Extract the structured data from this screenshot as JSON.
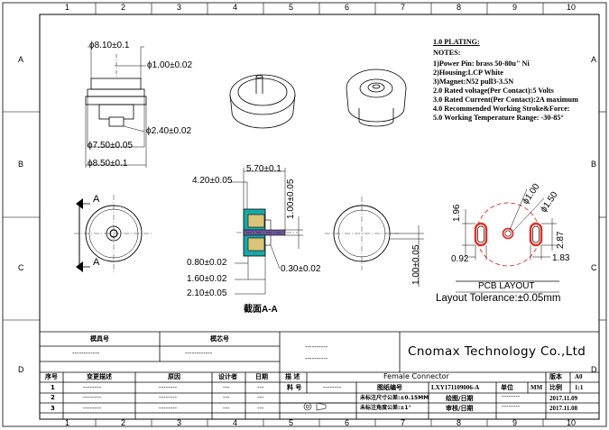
{
  "zones": {
    "rows": [
      "A",
      "B",
      "C",
      "D"
    ],
    "cols": [
      "1",
      "2",
      "3",
      "4",
      "5",
      "6",
      "7",
      "8",
      "9",
      "10"
    ]
  },
  "notes": {
    "heading": "1.0 PLATING:",
    "sub": "NOTES:",
    "lines": [
      "1)Power Pin: brass 50-80u\" Ni",
      "2)Housing:LCP White",
      "3)Magnet:N52 pull3-3.5N",
      "2.0 Rated voltage(Per Contact):5 Volts",
      "3.0 Rated Current(Per Contact):2A maximum",
      "4.0 Recommended Working Stroke&Force:",
      "5.0 Working Temperature Range: -30-85°"
    ]
  },
  "dims": {
    "top_dia": "ϕ8.10±0.1",
    "pin_dia": "ϕ1.00±0.02",
    "pin_base_dia": "ϕ2.40±0.02",
    "mid_dia": "ϕ7.50±0.05",
    "base_dia": "ϕ8.50±0.1",
    "sec_width": "5.70±0.1",
    "sec_left": "4.20±0.05",
    "sec_height": "1.00±0.05",
    "sec_a": "0.80±0.02",
    "sec_b": "1.60±0.02",
    "sec_c": "2.10±0.05",
    "sec_d": "0.30±0.02",
    "front_height": "1.00±0.05",
    "section_label": "截面A-A",
    "section_marker": "A",
    "pcb_dia1": "ϕ1.00",
    "pcb_dia2": "ϕ1.50",
    "pcb_h1": "1.96",
    "pcb_h2": "2.87",
    "pcb_w1": "0.92",
    "pcb_w2": "1.83"
  },
  "pcb": {
    "title": "PCB LAYOUT",
    "tolerance": "Layout Tolerance:±0.05mm"
  },
  "title_block": {
    "mold_no_label": "模具号",
    "mold_no_value": "------------",
    "core_no_label": "模芯号",
    "core_no_value": "------------",
    "blank_value1": "----------",
    "blank_value2": "----------",
    "company": "Cnomax Technology Co.,Ltd",
    "headers": {
      "no": "序号",
      "change": "变更描述",
      "reason": "原因",
      "designer": "设计者",
      "date": "日期"
    },
    "revisions": [
      {
        "no": "1",
        "change": "--------",
        "reason": "--------",
        "designer": "---",
        "date": "---"
      },
      {
        "no": "2",
        "change": "--------",
        "reason": "--------",
        "designer": "---",
        "date": "---"
      },
      {
        "no": "3",
        "change": "--------",
        "reason": "--------",
        "designer": "---",
        "date": "---"
      }
    ],
    "desc_label": "描 述",
    "desc_value": "Female Connector",
    "part_label": "料 号",
    "part_value": "--------",
    "drawing_no_label": "图纸编号",
    "drawing_no_value": "LXY171109006-A",
    "unit_label": "单位",
    "unit_value": "MM",
    "version_label": "版本",
    "version_value": "A0",
    "scale_label": "比例",
    "scale_value": "1:1",
    "tol_dim": "未标注尺寸公差:±0.15MM",
    "tol_angle": "未标注角度公差:±1°",
    "drawn_label": "绘图/日期",
    "drawn_value": "--------",
    "check_label": "审核/日期",
    "check_value": "--------",
    "date1": "2017.11.09",
    "date2": "2017.11.08"
  }
}
